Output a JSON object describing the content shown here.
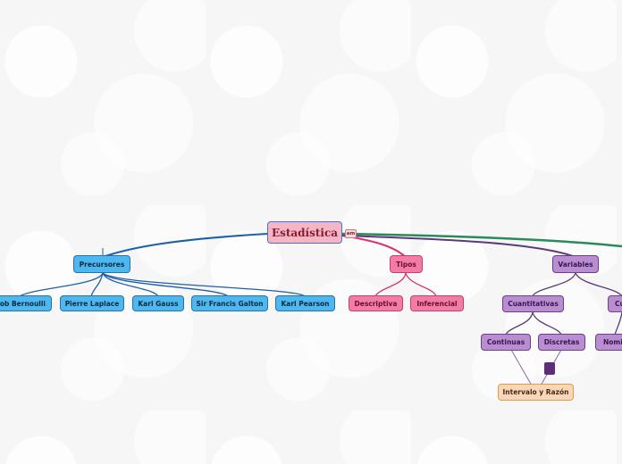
{
  "root": {
    "label": "Estadística",
    "badge": "am"
  },
  "branches": {
    "precursores": {
      "label": "Precursores",
      "children": [
        "Jacob Bernoulli",
        "Pierre Laplace",
        "Karl Gauss",
        "Sir Francis Galton",
        "Karl Pearson"
      ]
    },
    "tipos": {
      "label": "Tipos",
      "children": [
        "Descriptiva",
        "Inferencial"
      ]
    },
    "variables": {
      "label": "Variables",
      "cuantitativas": {
        "label": "Cuantitativas",
        "children": [
          "Continuas",
          "Discretas"
        ],
        "joined": "Intervalo y Razón"
      },
      "cualitativas_partial": "Cu",
      "nominal_partial": "Nomi"
    }
  },
  "colors": {
    "precursores": "#1f5fa8",
    "tipos": "#d9336e",
    "variables": "#5a3a7a",
    "offscreen": "#2a8a5a"
  }
}
